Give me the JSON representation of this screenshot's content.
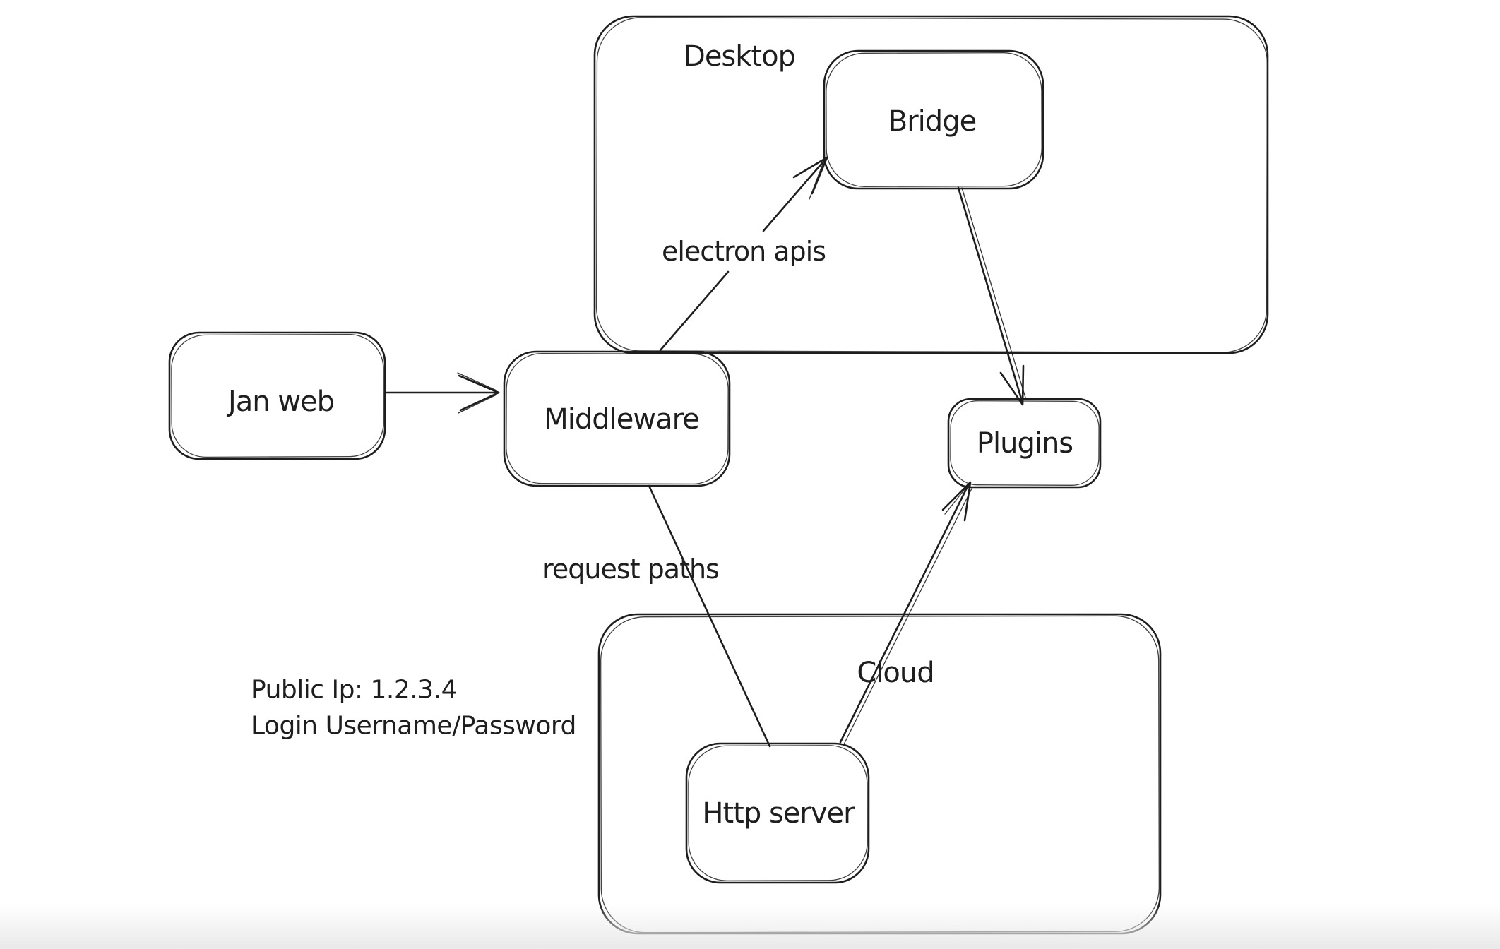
{
  "canvas": {
    "background_color": "#ffffff",
    "stroke_color": "#1e1e1e",
    "bottom_fade_color": "#e9e9e9",
    "containers": [
      {
        "id": "desktop",
        "label": "Desktop"
      },
      {
        "id": "cloud",
        "label": "Cloud"
      }
    ],
    "nodes": [
      {
        "id": "jan-web",
        "label": "Jan web"
      },
      {
        "id": "middleware",
        "label": "Middleware"
      },
      {
        "id": "bridge",
        "label": "Bridge"
      },
      {
        "id": "plugins",
        "label": "Plugins"
      },
      {
        "id": "http-server",
        "label": "Http server"
      }
    ],
    "edges": [
      {
        "from": "Jan web",
        "to": "Middleware",
        "label": "",
        "arrowhead": "end"
      },
      {
        "from": "Middleware",
        "to": "Bridge",
        "label": "electron apis",
        "arrowhead": "end"
      },
      {
        "from": "Bridge",
        "to": "Plugins",
        "label": "",
        "arrowhead": "end"
      },
      {
        "from": "Middleware",
        "to": "Http server",
        "label": "request paths",
        "arrowhead": "none"
      },
      {
        "from": "Http server",
        "to": "Plugins",
        "label": "",
        "arrowhead": "end"
      }
    ],
    "annotations": [
      {
        "text": "Public Ip: 1.2.3.4"
      },
      {
        "text": "Login Username/Password"
      }
    ]
  }
}
